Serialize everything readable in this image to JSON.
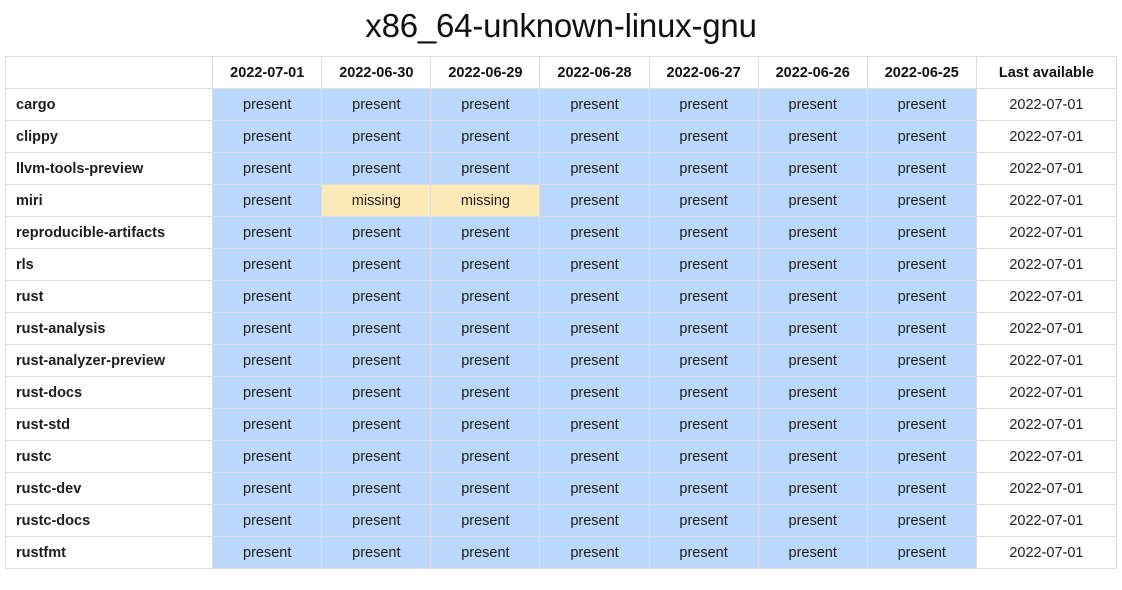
{
  "page": {
    "title": "x86_64-unknown-linux-gnu"
  },
  "colors": {
    "present_bg": "#b9d8fb",
    "missing_bg": "#fde9b8",
    "border": "#dcdde3",
    "text": "#1d1d1d",
    "page_bg": "#ffffff"
  },
  "table": {
    "package_column_header": "",
    "date_columns": [
      "2022-07-01",
      "2022-06-30",
      "2022-06-29",
      "2022-06-28",
      "2022-06-27",
      "2022-06-26",
      "2022-06-25"
    ],
    "last_available_header": "Last available",
    "state_labels": {
      "present": "present",
      "missing": "missing"
    },
    "rows": [
      {
        "package": "cargo",
        "states": [
          "present",
          "present",
          "present",
          "present",
          "present",
          "present",
          "present"
        ],
        "last_available": "2022-07-01"
      },
      {
        "package": "clippy",
        "states": [
          "present",
          "present",
          "present",
          "present",
          "present",
          "present",
          "present"
        ],
        "last_available": "2022-07-01"
      },
      {
        "package": "llvm-tools-preview",
        "states": [
          "present",
          "present",
          "present",
          "present",
          "present",
          "present",
          "present"
        ],
        "last_available": "2022-07-01"
      },
      {
        "package": "miri",
        "states": [
          "present",
          "missing",
          "missing",
          "present",
          "present",
          "present",
          "present"
        ],
        "last_available": "2022-07-01"
      },
      {
        "package": "reproducible-artifacts",
        "states": [
          "present",
          "present",
          "present",
          "present",
          "present",
          "present",
          "present"
        ],
        "last_available": "2022-07-01"
      },
      {
        "package": "rls",
        "states": [
          "present",
          "present",
          "present",
          "present",
          "present",
          "present",
          "present"
        ],
        "last_available": "2022-07-01"
      },
      {
        "package": "rust",
        "states": [
          "present",
          "present",
          "present",
          "present",
          "present",
          "present",
          "present"
        ],
        "last_available": "2022-07-01"
      },
      {
        "package": "rust-analysis",
        "states": [
          "present",
          "present",
          "present",
          "present",
          "present",
          "present",
          "present"
        ],
        "last_available": "2022-07-01"
      },
      {
        "package": "rust-analyzer-preview",
        "states": [
          "present",
          "present",
          "present",
          "present",
          "present",
          "present",
          "present"
        ],
        "last_available": "2022-07-01"
      },
      {
        "package": "rust-docs",
        "states": [
          "present",
          "present",
          "present",
          "present",
          "present",
          "present",
          "present"
        ],
        "last_available": "2022-07-01"
      },
      {
        "package": "rust-std",
        "states": [
          "present",
          "present",
          "present",
          "present",
          "present",
          "present",
          "present"
        ],
        "last_available": "2022-07-01"
      },
      {
        "package": "rustc",
        "states": [
          "present",
          "present",
          "present",
          "present",
          "present",
          "present",
          "present"
        ],
        "last_available": "2022-07-01"
      },
      {
        "package": "rustc-dev",
        "states": [
          "present",
          "present",
          "present",
          "present",
          "present",
          "present",
          "present"
        ],
        "last_available": "2022-07-01"
      },
      {
        "package": "rustc-docs",
        "states": [
          "present",
          "present",
          "present",
          "present",
          "present",
          "present",
          "present"
        ],
        "last_available": "2022-07-01"
      },
      {
        "package": "rustfmt",
        "states": [
          "present",
          "present",
          "present",
          "present",
          "present",
          "present",
          "present"
        ],
        "last_available": "2022-07-01"
      }
    ]
  }
}
